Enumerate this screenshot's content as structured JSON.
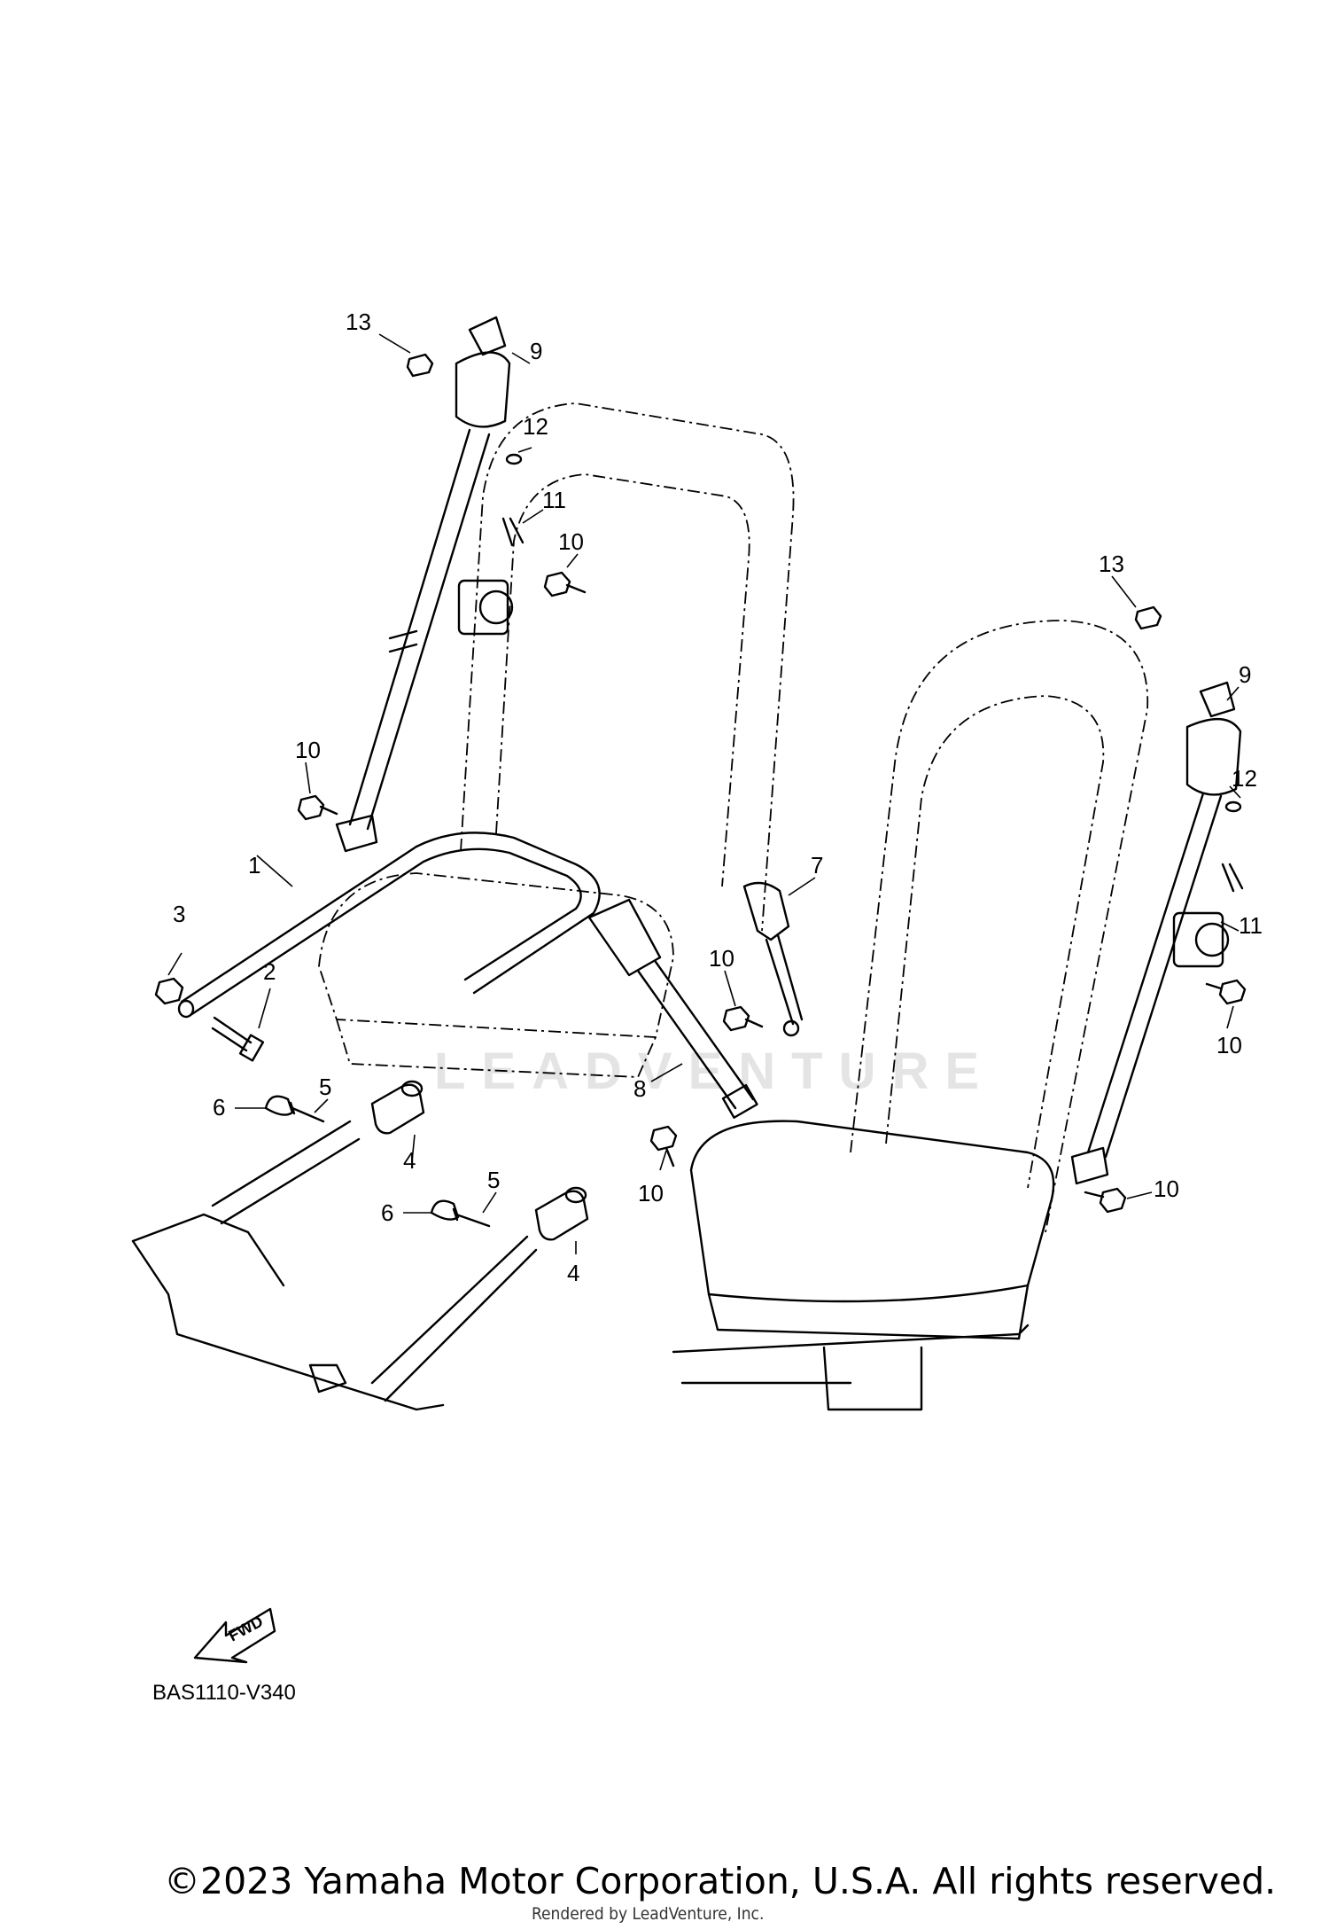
{
  "diagram": {
    "code": "BAS1110-V340",
    "fwd_label": "FWD",
    "watermark": "LEADVENTURE",
    "copyright": "©2023 Yamaha Motor Corporation, U.S.A. All rights reserved.",
    "rendered_by": "Rendered by LeadVenture, Inc.",
    "callouts": [
      "1",
      "2",
      "3",
      "4",
      "4",
      "5",
      "5",
      "6",
      "6",
      "7",
      "8",
      "9",
      "9",
      "10",
      "10",
      "10",
      "10",
      "10",
      "10",
      "11",
      "11",
      "12",
      "12",
      "13",
      "13"
    ]
  }
}
